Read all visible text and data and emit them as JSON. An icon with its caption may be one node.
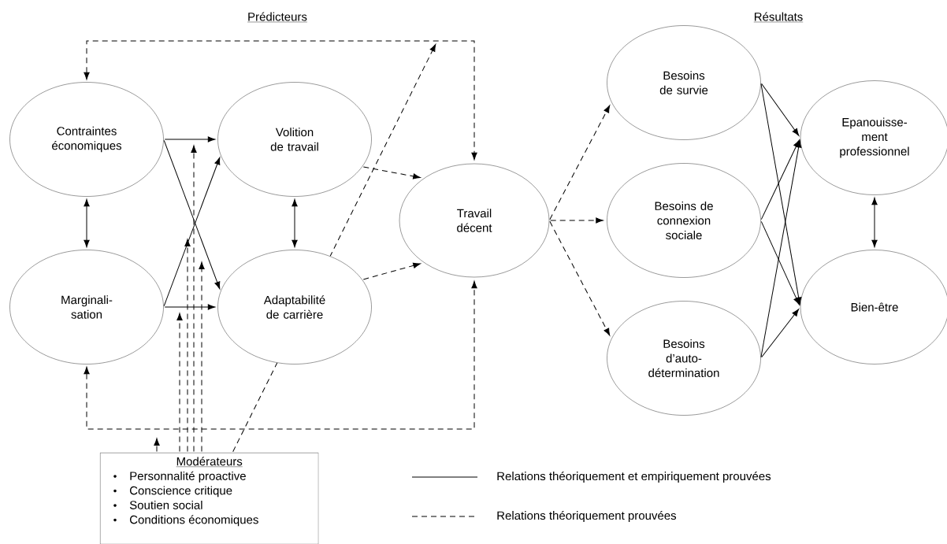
{
  "diagram": {
    "nodes": [
      {
        "text": [
          "Contraintes économiques"
        ]
      },
      {
        "text": [
          "Volition de travail"
        ]
      },
      {
        "text": [
          "Marginali- sation"
        ]
      },
      {
        "text": [
          "Adaptabilité de carrière"
        ]
      },
      {
        "text": [
          "Travail décent"
        ]
      },
      {
        "text": [
          "Besoins de survie"
        ]
      },
      {
        "text": [
          "Besoins de connexion sociale"
        ]
      },
      {
        "text": [
          "Besoins d’auto- détermination"
        ]
      },
      {
        "text": [
          "Epanouisse- ment professionnel"
        ]
      },
      {
        "text": [
          "Bien-être"
        ]
      },
      {
        "text": [
          "Modérateurs",
          "Personnalité proactive",
          "Conscience critique",
          "Soutien social",
          "Conditions économiques"
        ]
      }
    ],
    "edges": [
      {
        "from": 0,
        "to": 1,
        "arrow": "to"
      },
      {
        "from": 0,
        "to": 3,
        "arrow": "to"
      },
      {
        "from": 2,
        "to": 1,
        "arrow": "to"
      },
      {
        "from": 2,
        "to": 3,
        "arrow": "to"
      },
      {
        "from": 0,
        "to": 2,
        "arrow": "both"
      },
      {
        "from": 1,
        "to": 3,
        "arrow": "both"
      },
      {
        "from": 1,
        "to": 4,
        "arrow": "to",
        "style": "dashed"
      },
      {
        "from": 3,
        "to": 4,
        "arrow": "to",
        "style": "dashed"
      },
      {
        "from": 0,
        "to": 4,
        "arrow": "both",
        "style": "dashed"
      },
      {
        "from": 2,
        "to": 4,
        "arrow": "both",
        "style": "dashed"
      },
      {
        "from": 4,
        "to": 5,
        "arrow": "to",
        "style": "dashed"
      },
      {
        "from": 4,
        "to": 6,
        "arrow": "to",
        "style": "dashed"
      },
      {
        "from": 4,
        "to": 7,
        "arrow": "to",
        "style": "dashed"
      },
      {
        "from": 5,
        "to": 8,
        "arrow": "to"
      },
      {
        "from": 5,
        "to": 9,
        "arrow": "to"
      },
      {
        "from": 6,
        "to": 8,
        "arrow": "to"
      },
      {
        "from": 6,
        "to": 9,
        "arrow": "to"
      },
      {
        "from": 7,
        "to": 8,
        "arrow": "to"
      },
      {
        "from": 7,
        "to": 9,
        "arrow": "to"
      },
      {
        "from": 8,
        "to": 9,
        "arrow": "both"
      },
      {
        "from": 10,
        "to": null,
        "arrow": "to",
        "style": "dashed"
      },
      {
        "from": 10,
        "to": null,
        "arrow": "to",
        "style": "dashed"
      },
      {
        "from": 10,
        "to": null,
        "arrow": "to",
        "style": "dashed"
      },
      {
        "from": 10,
        "to": null,
        "arrow": "to",
        "style": "dashed"
      },
      {
        "from": 10,
        "to": null,
        "arrow": "to",
        "style": "dashed"
      },
      {
        "from": 10,
        "to": null,
        "arrow": "to",
        "style": "dashed"
      }
    ],
    "labels": [
      "Prédicteurs",
      "Résultats"
    ],
    "legend": [
      {
        "text": "Relations théoriquement et empiriquement prouvées"
      },
      {
        "text": "Relations théoriquement prouvées"
      }
    ]
  }
}
